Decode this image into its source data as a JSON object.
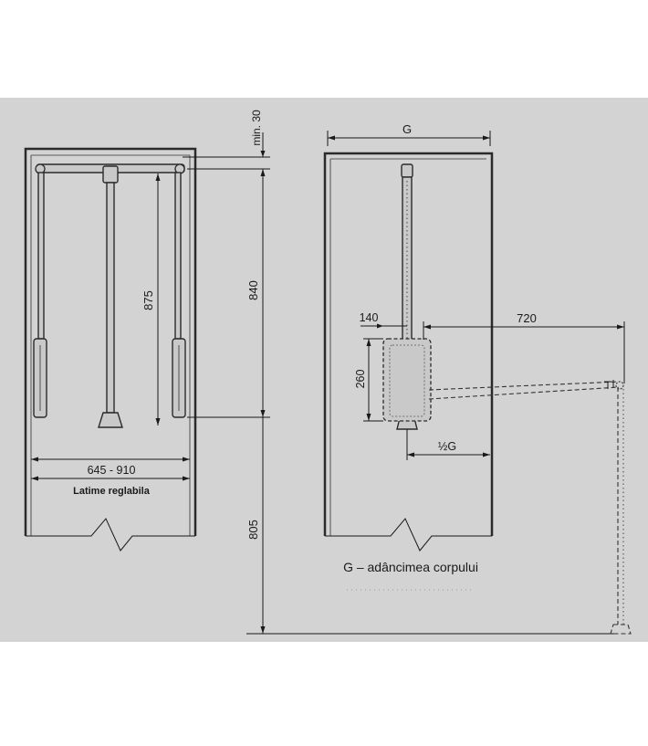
{
  "background_color": "#d3d3d3",
  "line_color": "#1a1a1a",
  "front_view": {
    "dim_min": "min. 30",
    "dim_height_upper": "840",
    "dim_rod_drop": "875",
    "dim_width": "645 - 910",
    "width_caption": "Latime reglabila",
    "dim_height_lower": "805"
  },
  "side_view": {
    "dim_depth": "G",
    "dim_basket_width": "140",
    "dim_reach": "720",
    "dim_basket_height": "260",
    "dim_half_depth": "½G",
    "legend": "G – adâncimea corpului"
  }
}
